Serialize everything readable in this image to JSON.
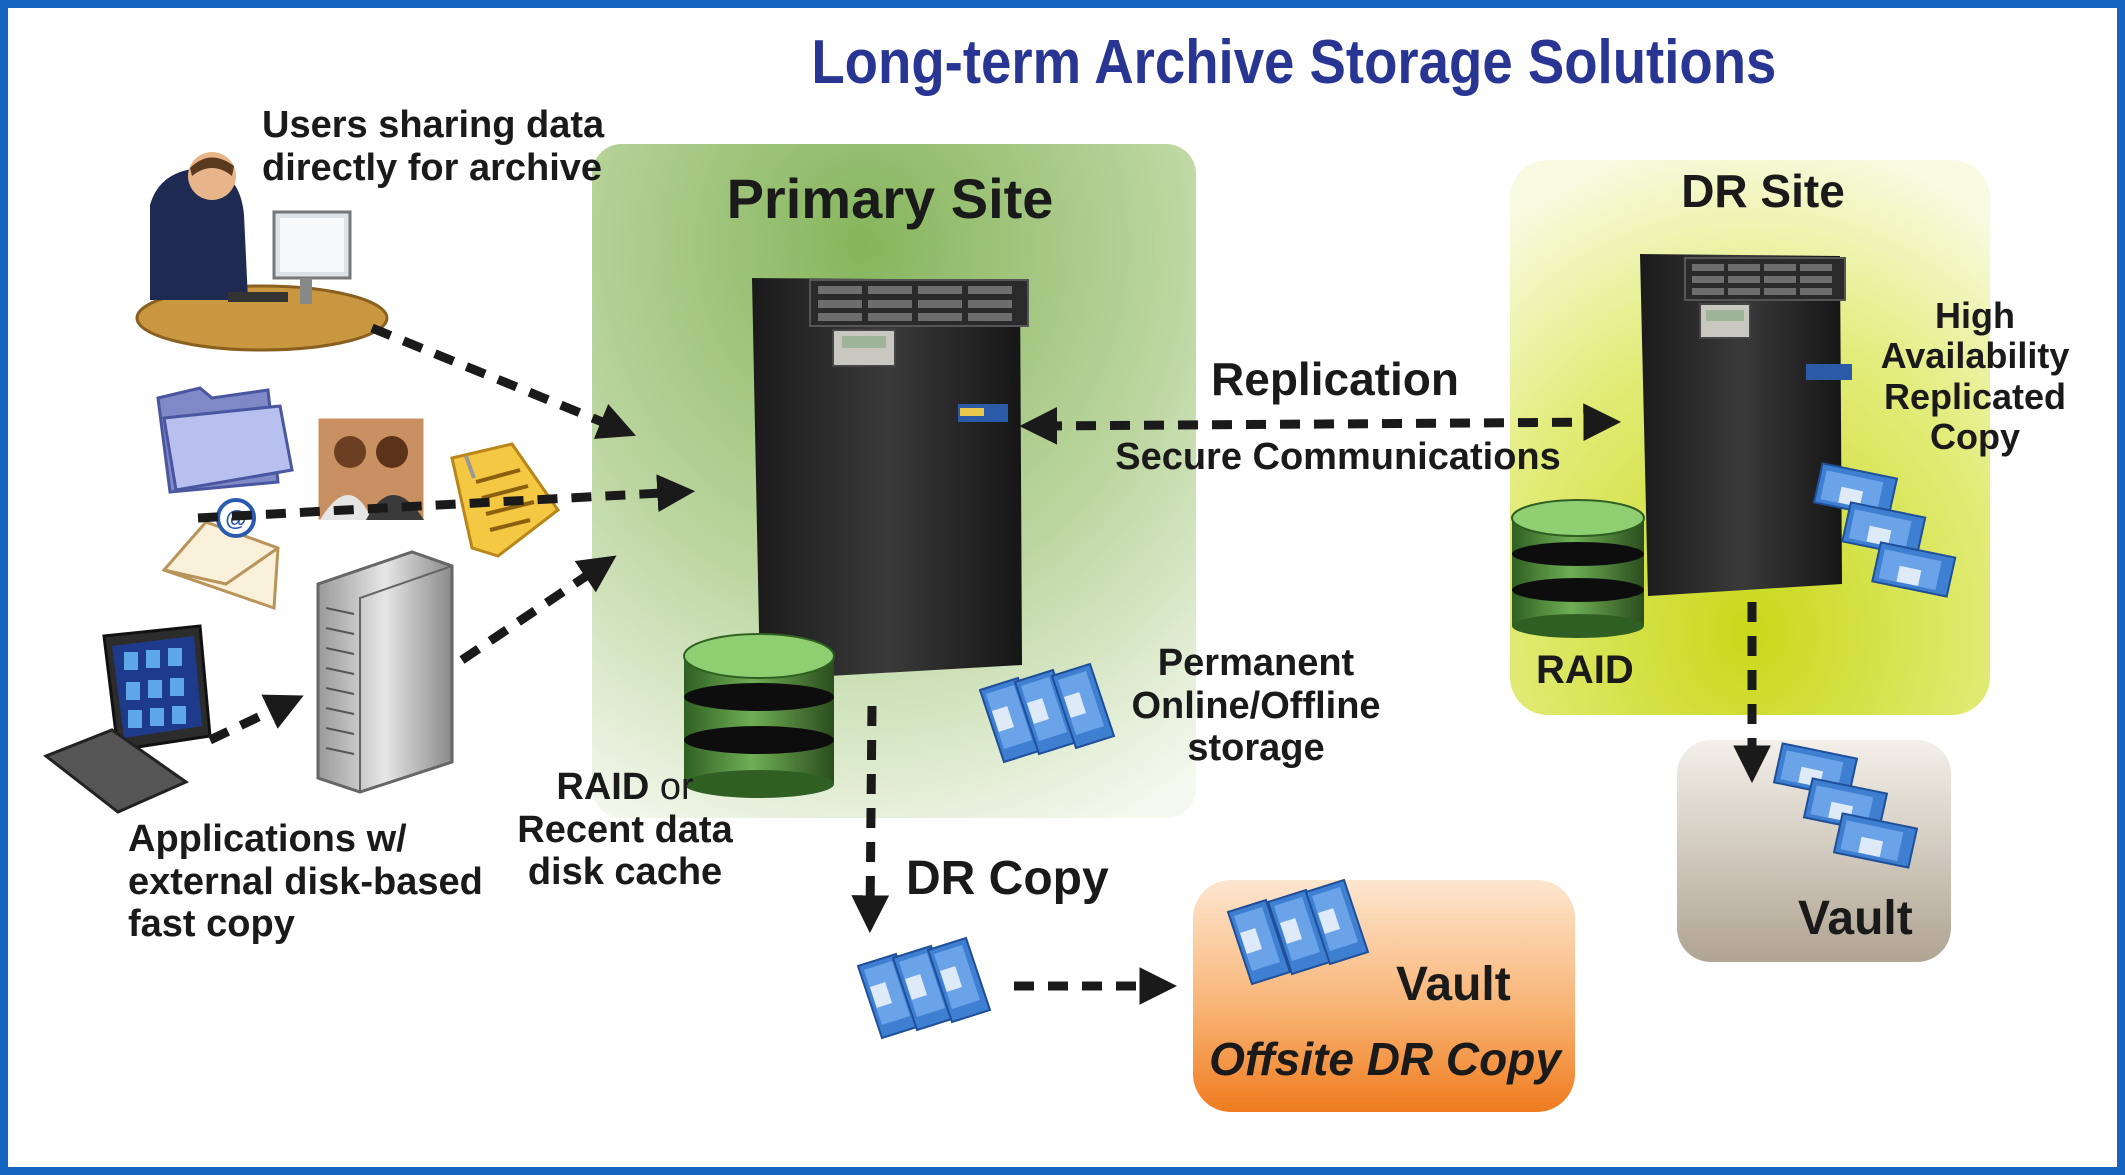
{
  "title": "Long-term Archive Storage Solutions",
  "labels": {
    "users": [
      "Users sharing data",
      "directly for archive"
    ],
    "applications": [
      "Applications w/",
      "external disk-based",
      "fast copy"
    ],
    "primary_site": "Primary Site",
    "raid_cache": {
      "raid": "RAID",
      "or": "or",
      "line2": "Recent data",
      "line3": "disk cache"
    },
    "permanent": [
      "Permanent",
      "Online/Offline",
      "storage"
    ],
    "replication": "Replication",
    "secure": "Secure Communications",
    "dr_site": "DR Site",
    "high_avail": [
      "High",
      "Availability",
      "Replicated",
      "Copy"
    ],
    "dr_raid": "RAID",
    "dr_copy": "DR Copy",
    "vault": "Vault",
    "offsite": "Offsite DR Copy",
    "dr_vault": "Vault"
  },
  "colors": {
    "title": "#283593",
    "frame": "#1565c0",
    "primary_bg": "#8fb86a",
    "dr_bg": "#d4e21f",
    "vault_bg": "#f28c2b",
    "dr_vault_bg": "#b8ad9c",
    "tape": "#3f7fd1",
    "disk": "#4a8a3a"
  },
  "icons": [
    "user-at-desk-icon",
    "folder-icon",
    "photo-icon",
    "document-icon",
    "email-icon",
    "server-rack-icon",
    "workstation-icon",
    "storage-tower-icon",
    "raid-disk-icon",
    "tape-cartridge-icon",
    "dashed-arrow-icon"
  ]
}
